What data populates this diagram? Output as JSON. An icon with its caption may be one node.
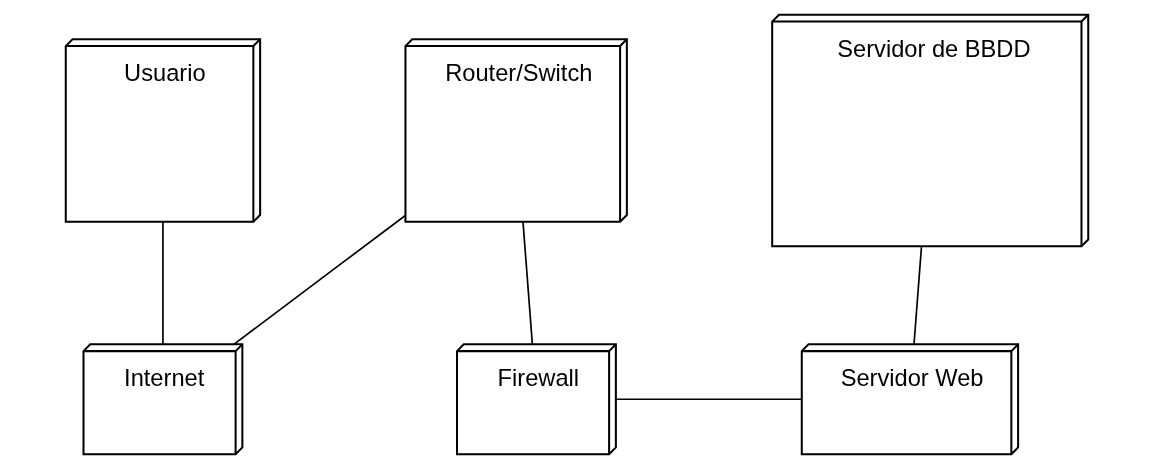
{
  "diagram": {
    "nodes": [
      {
        "text": [
          "Usuario"
        ]
      },
      {
        "text": [
          "Internet"
        ]
      },
      {
        "text": [
          "Router/Switch"
        ]
      },
      {
        "text": [
          "Firewall"
        ]
      },
      {
        "text": [
          "Servidor de BBDD"
        ]
      },
      {
        "text": [
          "Servidor Web"
        ]
      }
    ],
    "edges": [
      {
        "from": 0,
        "to": 1,
        "arrow": "none"
      },
      {
        "from": 1,
        "to": 2,
        "arrow": "none"
      },
      {
        "from": 2,
        "to": 3,
        "arrow": "none"
      },
      {
        "from": 3,
        "to": 5,
        "arrow": "none"
      },
      {
        "from": 4,
        "to": 5,
        "arrow": "none"
      }
    ]
  }
}
